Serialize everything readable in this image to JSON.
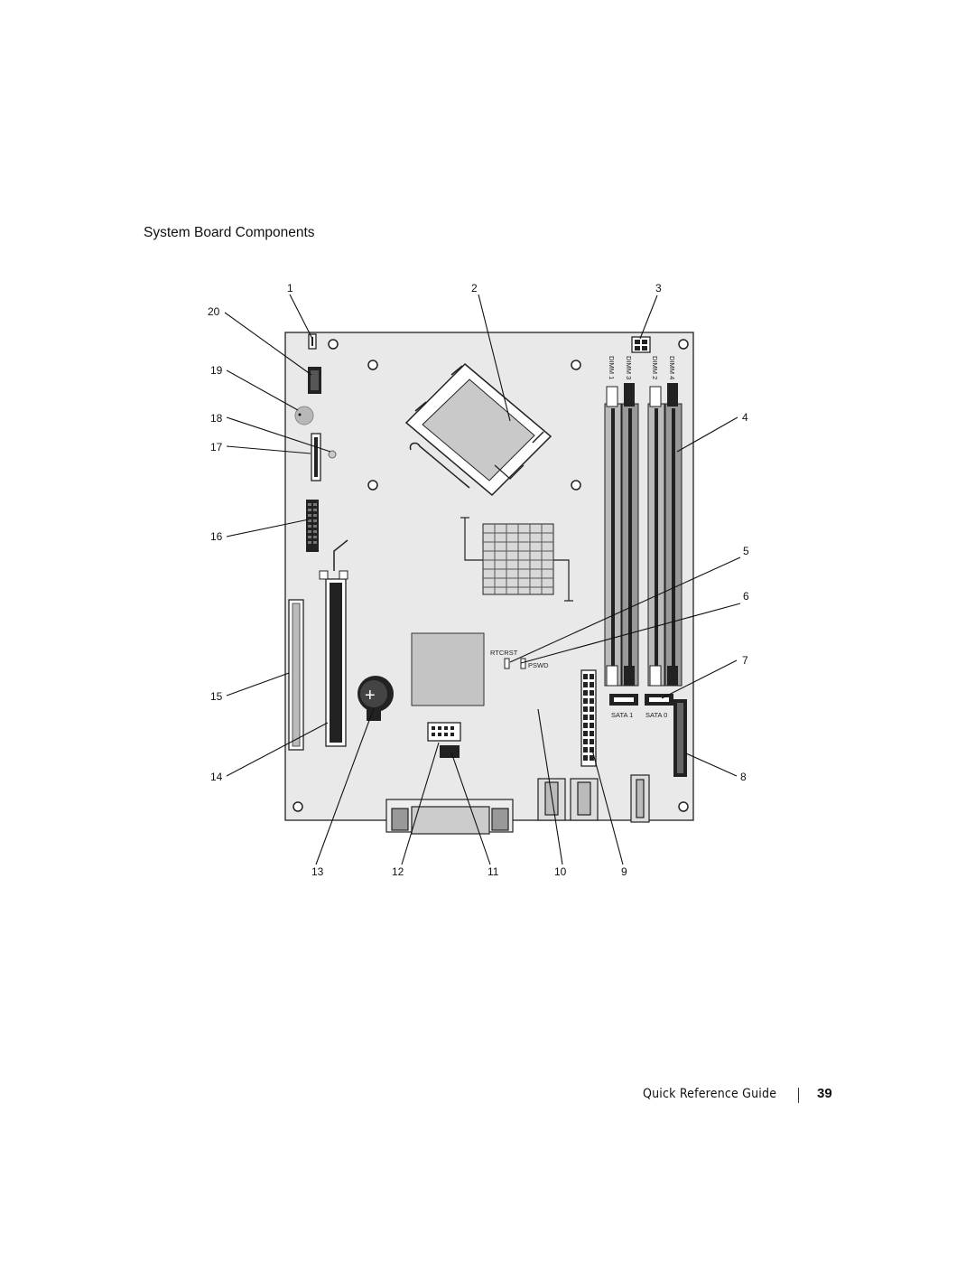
{
  "title": "System Board Components",
  "callouts": [
    "1",
    "2",
    "3",
    "4",
    "5",
    "6",
    "7",
    "8",
    "9",
    "10",
    "11",
    "12",
    "13",
    "14",
    "15",
    "16",
    "17",
    "18",
    "19",
    "20"
  ],
  "board_labels": {
    "dimm1": "DIMM 1",
    "dimm2": "DIMM 2",
    "dimm3": "DIMM 3",
    "dimm4": "DIMM 4",
    "rtcrst": "RTCRST",
    "pswd": "PSWD",
    "sata1": "SATA 1",
    "sata0": "SATA 0"
  },
  "footer": {
    "guide": "Quick Reference Guide",
    "page": "39"
  }
}
